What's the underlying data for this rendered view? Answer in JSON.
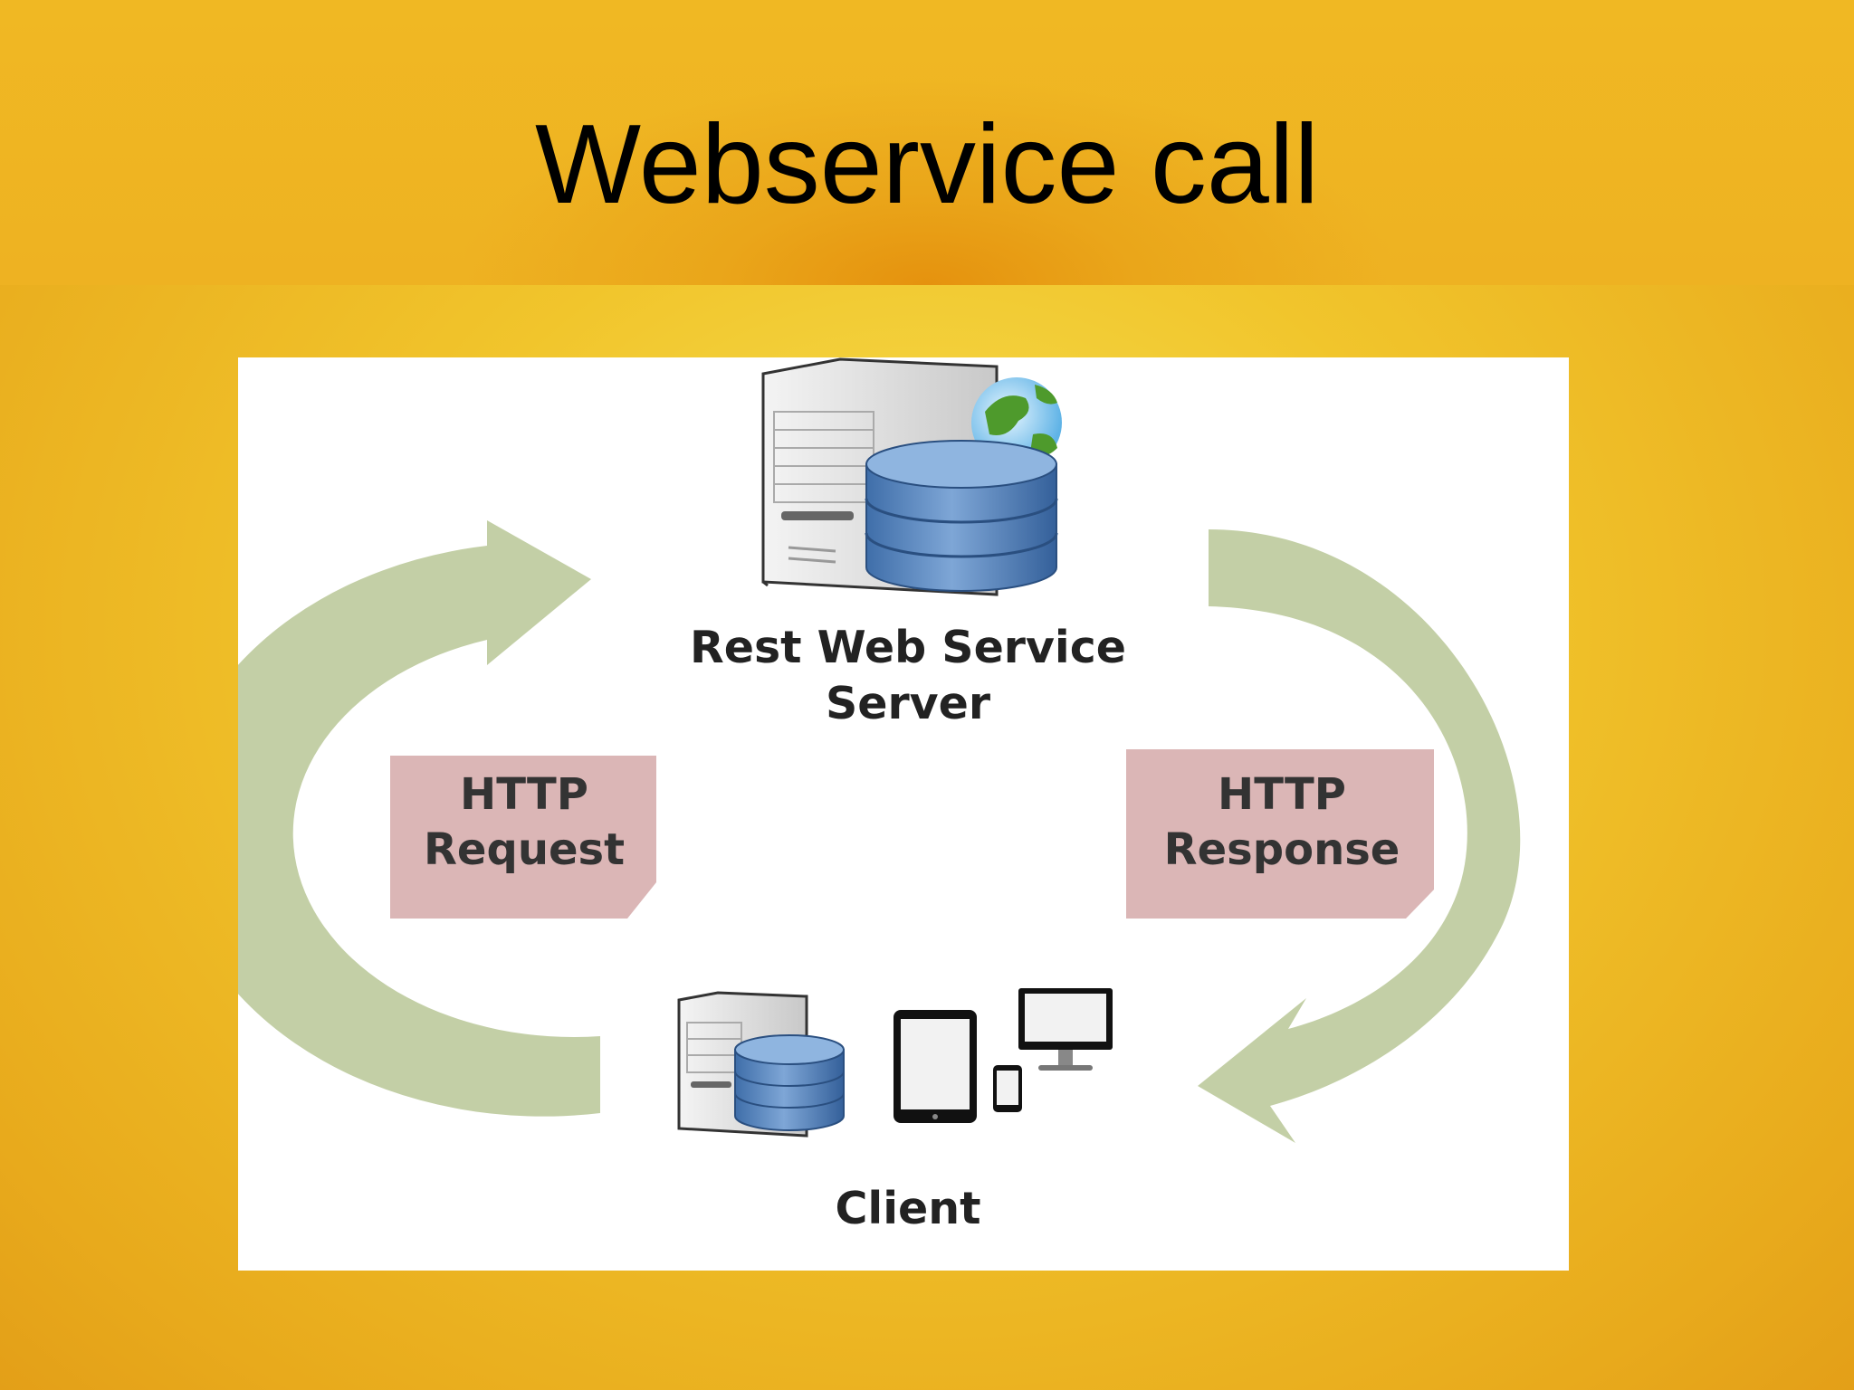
{
  "slide": {
    "title": "Webservice call"
  },
  "diagram": {
    "server_label_line1": "Rest Web Service",
    "server_label_line2": "Server",
    "request_line1": "HTTP",
    "request_line2": "Request",
    "response_line1": "HTTP",
    "response_line2": "Response",
    "client_label": "Client",
    "colors": {
      "arrow": "#c3cfa6",
      "label_box": "#dbb6b6",
      "disk": "#5f8cc2"
    },
    "icons": [
      "server-tower-icon",
      "database-icon",
      "globe-icon",
      "tablet-icon",
      "phone-icon",
      "monitor-icon"
    ]
  }
}
